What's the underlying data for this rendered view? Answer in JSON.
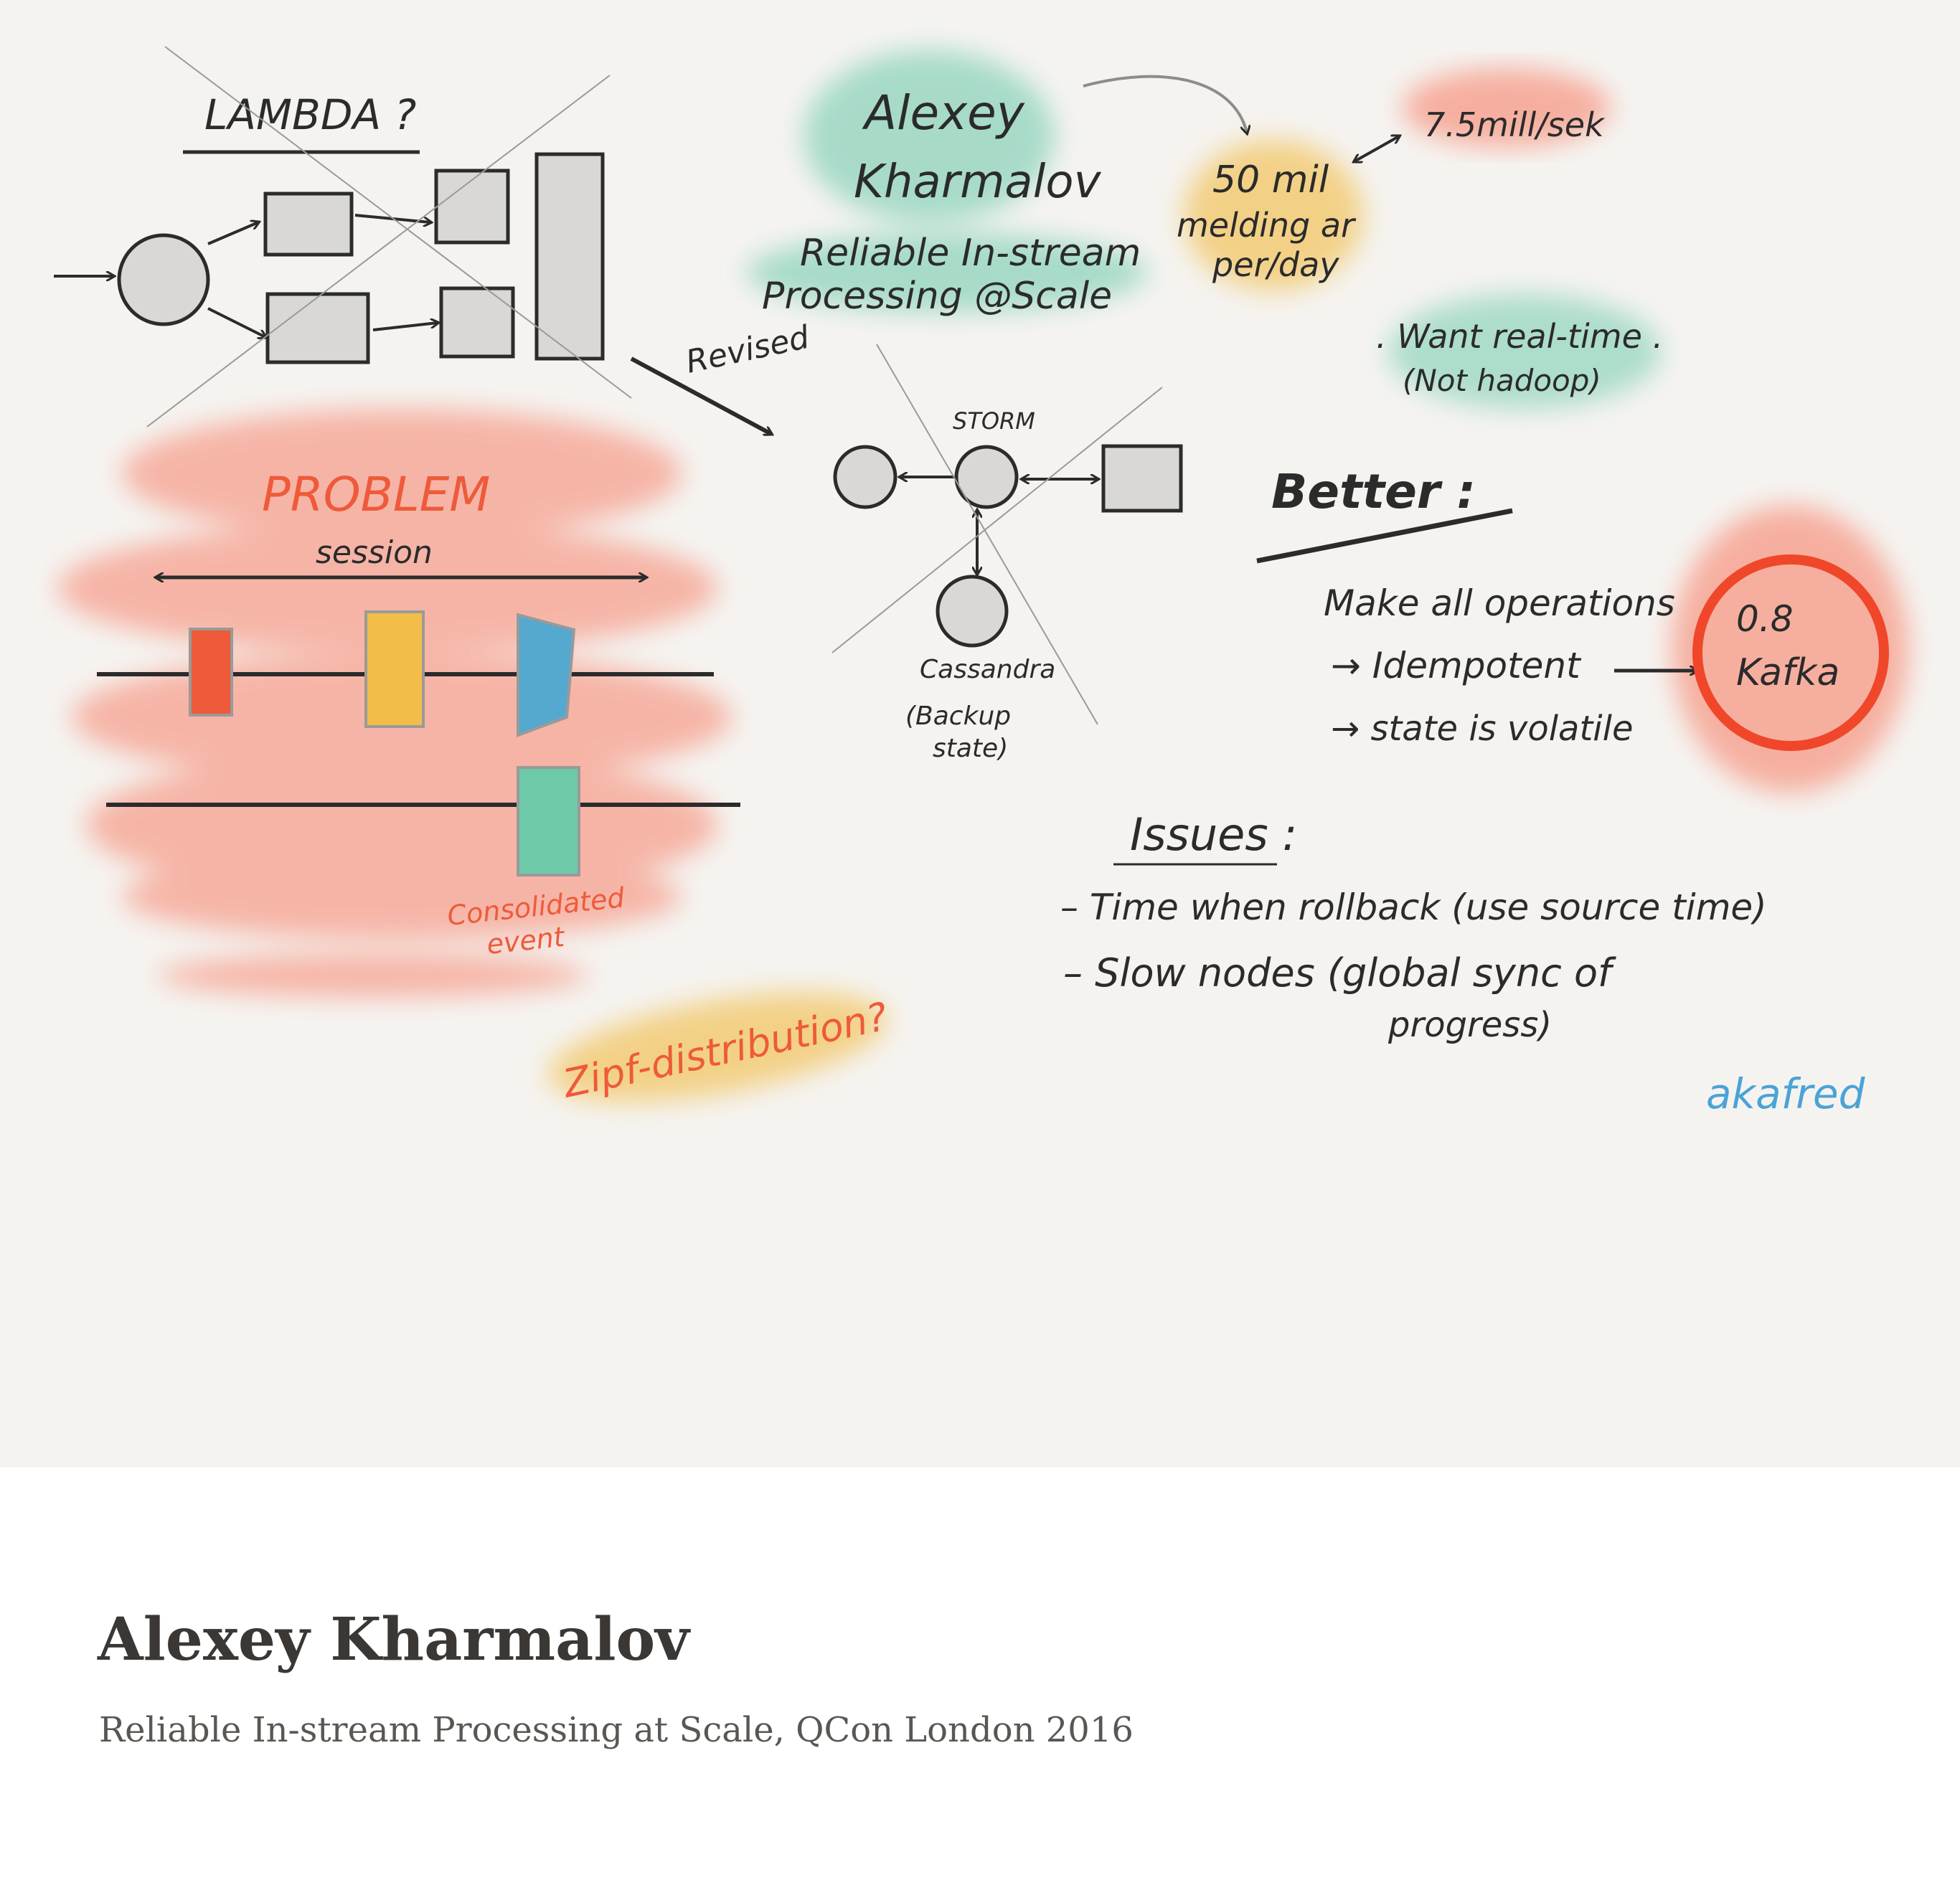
{
  "sketch": {
    "lambda_heading": "LAMBDA ?",
    "author_name_line1": "Alexey",
    "author_name_line2": "Kharmalov",
    "talk_title_line1": "Reliable In-stream",
    "talk_title_line2": "Processing @Scale",
    "stat_events_line1": "50 mil",
    "stat_events_line2": "melding ar",
    "stat_events_line3": "per/day",
    "stat_rate": "7.5mill/sek",
    "want_realtime_line1": ". Want real-time .",
    "want_realtime_line2": "(Not hadoop)",
    "revised_label": "Revised",
    "storm_label": "STORM",
    "cassandra_label": "Cassandra",
    "backup_state_line1": "(Backup",
    "backup_state_line2": "state)",
    "problem_heading": "PROBLEM",
    "session_label": "session",
    "consolidated_line1": "Consolidated",
    "consolidated_line2": "event",
    "zipf_label": "Zipf-distribution?",
    "better_heading": "Better :",
    "better_line1": "Make all operations",
    "better_line2": "→ Idempotent",
    "better_line3": "→ state is volatile",
    "kafka_line1": "0.8",
    "kafka_line2": "Kafka",
    "issues_heading": "Issues :",
    "issue1": "– Time when rollback (use source time)",
    "issue2_line1": "– Slow nodes (global sync of",
    "issue2_line2": "progress)",
    "signature": "akafred"
  },
  "colors": {
    "red_wash": "#f7826b",
    "yellow_wash": "#f2c35a",
    "teal_wash": "#7ecfb4",
    "block_red": "#ee5a3a",
    "block_yellow": "#f2bd48",
    "block_blue": "#55a9cf",
    "block_teal": "#6ec9a8",
    "ink": "#2b2b2b"
  },
  "caption": {
    "title": "Alexey Kharmalov",
    "subtitle": "Reliable In-stream Processing at Scale, QCon London 2016"
  }
}
